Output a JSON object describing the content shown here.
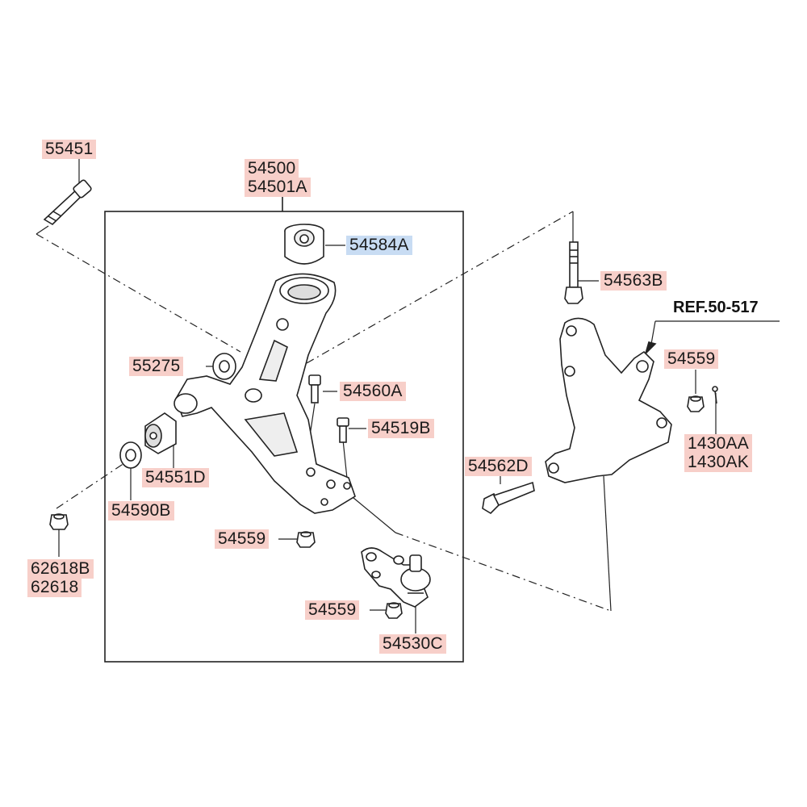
{
  "colors": {
    "label_bg": "#f7cfc9",
    "label_highlight_bg": "#c8dcf3",
    "line": "#222222"
  },
  "ref": "REF.50-517",
  "labels": {
    "p55451": "55451",
    "p54500": "54500",
    "p54501A": "54501A",
    "p54584A": "54584A",
    "p54563B": "54563B",
    "p55275": "55275",
    "p54560A": "54560A",
    "p54519B": "54519B",
    "p54559_r": "54559",
    "p54551D": "54551D",
    "p54590B": "54590B",
    "p54562D": "54562D",
    "p1430AA": "1430AA",
    "p1430AK": "1430AK",
    "p54559_m": "54559",
    "p62618B": "62618B",
    "p62618": "62618",
    "p54559_b": "54559",
    "p54530C": "54530C"
  }
}
